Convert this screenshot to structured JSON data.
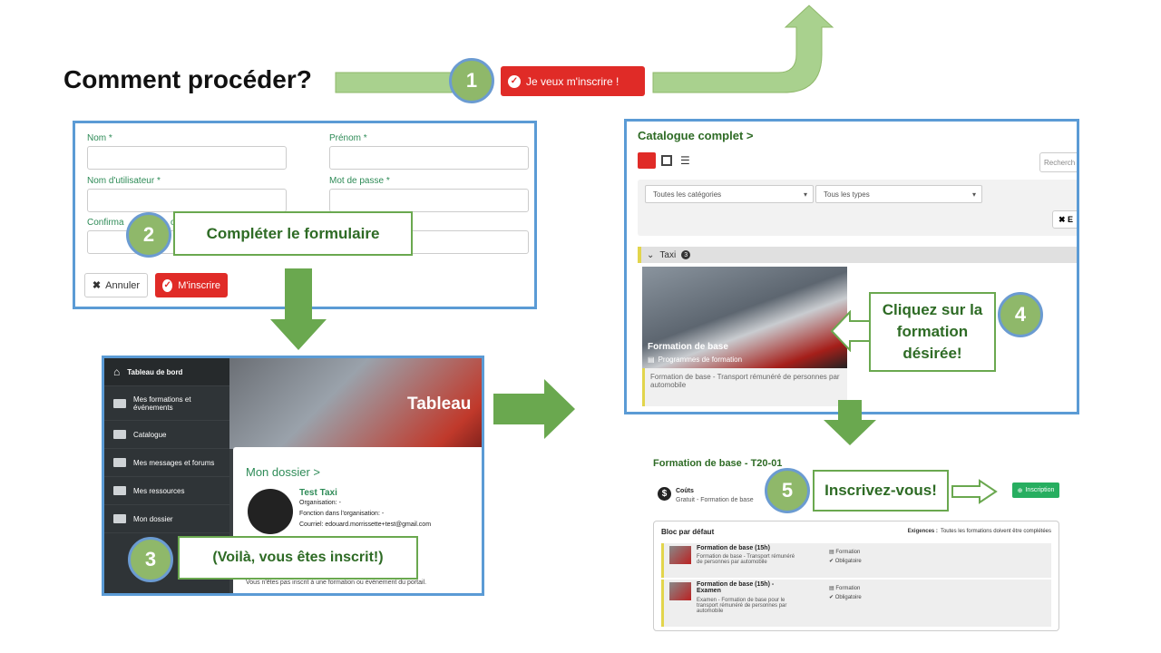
{
  "heading": "Comment procéder?",
  "steps": {
    "s1": "1",
    "s2": "2",
    "s3": "3",
    "s4": "4",
    "s5": "5"
  },
  "step1": {
    "button_label": "Je veux m'inscrire !"
  },
  "form": {
    "nom_label": "Nom *",
    "prenom_label": "Prénom *",
    "username_label": "Nom d'utilisateur *",
    "password_label": "Mot de passe *",
    "confirm_label": "Confirma",
    "confirm_tail": "o",
    "cancel_label": "Annuler",
    "register_label": "M'inscrire"
  },
  "callouts": {
    "c2": "Compléter le formulaire",
    "c3": "(Voilà, vous êtes inscrit!)",
    "c4": "Cliquez sur la formation désirée!",
    "c5": "Inscrivez-vous!"
  },
  "dashboard": {
    "sidebar": [
      "Tableau de bord",
      "Mes formations et événements",
      "Catalogue",
      "Mes messages et forums",
      "Mes ressources",
      "Mon dossier"
    ],
    "hero_title": "Tableau",
    "card_title": "Mon dossier >",
    "user_name": "Test Taxi",
    "org_line": "Organisation: -",
    "fonction_line": "Fonction dans l'organisation: -",
    "courriel_line": "Courriel: edouard.morrissette+test@gmail.com",
    "footer_text": "Vous n'êtes pas inscrit à une formation ou événement du portail."
  },
  "catalog": {
    "title": "Catalogue complet >",
    "search_placeholder": "Recherch",
    "categories": "Toutes les catégories",
    "types": "Tous les types",
    "group_label": "Taxi",
    "group_count": "3",
    "card_title": "Formation de base",
    "card_sub": "Programmes de formation",
    "card_desc": "Formation de base - Transport rémunéré de personnes par automobile"
  },
  "details": {
    "title": "Formation de base - T20-01",
    "cost_label": "Coûts",
    "cost_value": "Gratuit - Formation de base",
    "inscription_label": "Inscription",
    "block_title": "Bloc par défaut",
    "requirements_key": "Exigences :",
    "requirements": "Toutes les formations doivent être complétées",
    "items": [
      {
        "title": "Formation de base (15h)",
        "desc": "Formation de base - Transport rémunéré de personnes par automobile",
        "type": "Formation",
        "status": "Obligatoire"
      },
      {
        "title": "Formation de base (15h) - Examen",
        "desc": "Examen - Formation de base pour le transport rémunéré de personnes par automobile",
        "type": "Formation",
        "status": "Obligatoire"
      }
    ]
  },
  "colors": {
    "green": "#6aa84f",
    "light_green": "#a9d18e",
    "blue": "#5b9bd5",
    "red": "#e02b27"
  }
}
